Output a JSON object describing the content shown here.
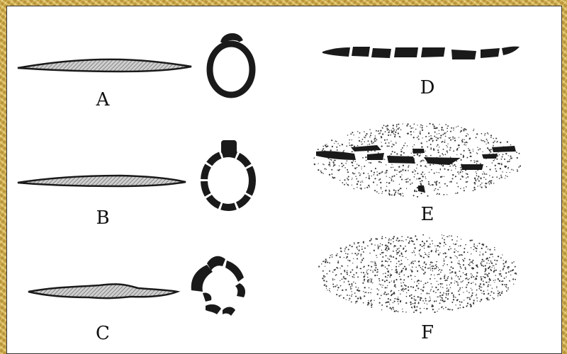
{
  "figure": {
    "labels": {
      "a": "A",
      "b": "B",
      "c": "C",
      "d": "D",
      "e": "E",
      "f": "F"
    }
  },
  "colors": {
    "frame": "#d4b050",
    "background": "#ffffff",
    "ink": "#1a1a1a",
    "hatch": "#9a9a9a",
    "stipple": "#3a3a3a"
  }
}
